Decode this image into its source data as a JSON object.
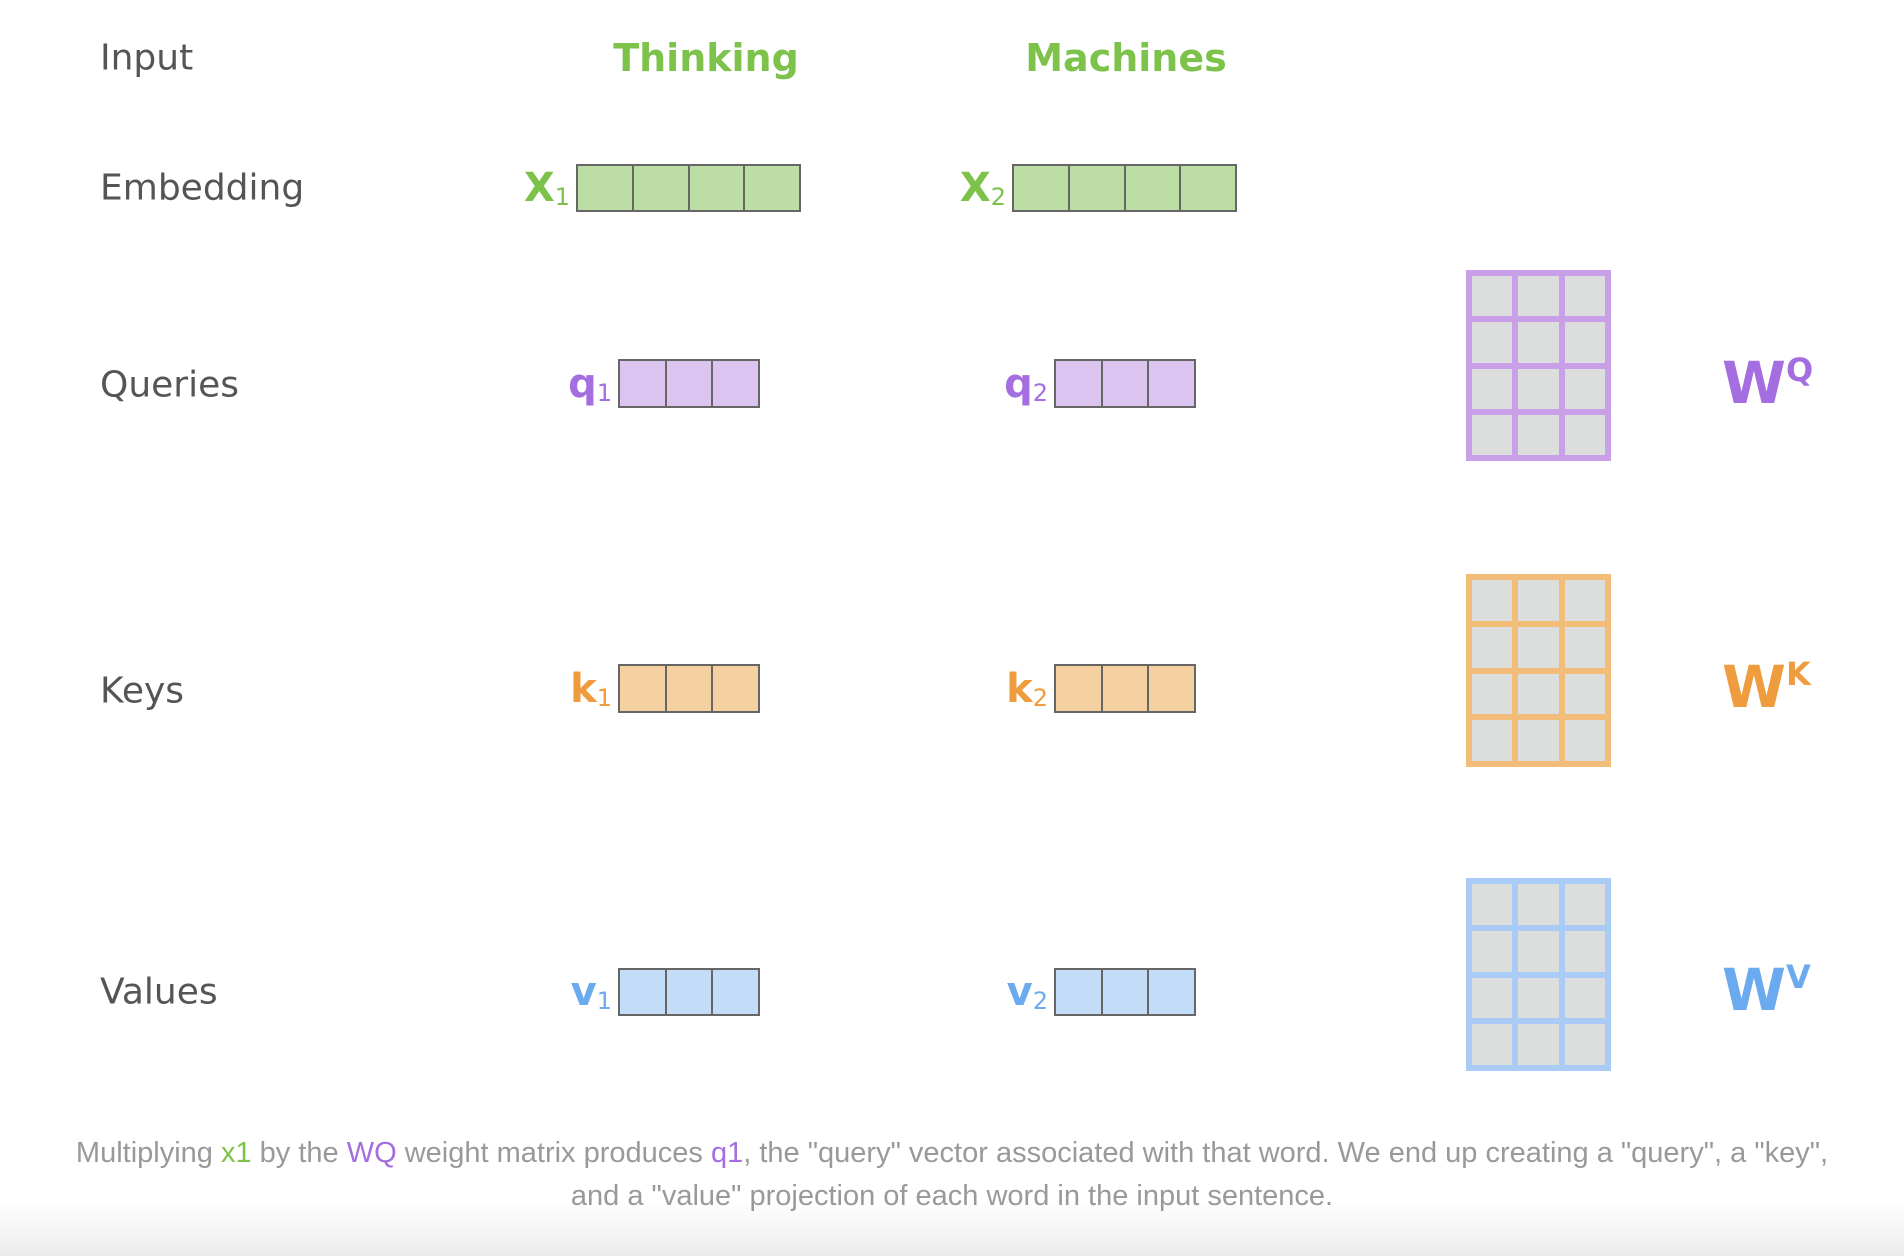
{
  "row_labels": {
    "input": "Input",
    "embedding": "Embedding",
    "queries": "Queries",
    "keys": "Keys",
    "values": "Values"
  },
  "words": [
    "Thinking",
    "Machines"
  ],
  "vectors": {
    "embedding": [
      {
        "name": "X",
        "sub": "1"
      },
      {
        "name": "X",
        "sub": "2"
      }
    ],
    "queries": [
      {
        "name": "q",
        "sub": "1"
      },
      {
        "name": "q",
        "sub": "2"
      }
    ],
    "keys": [
      {
        "name": "k",
        "sub": "1"
      },
      {
        "name": "k",
        "sub": "2"
      }
    ],
    "values": [
      {
        "name": "v",
        "sub": "1"
      },
      {
        "name": "v",
        "sub": "2"
      }
    ]
  },
  "weights": {
    "queries": {
      "name": "W",
      "sup": "Q"
    },
    "keys": {
      "name": "W",
      "sup": "K"
    },
    "values": {
      "name": "W",
      "sup": "V"
    }
  },
  "colors": {
    "green": "#7dc24a",
    "green_fill": "#bcdea5",
    "purple": "#a46ee0",
    "purple_fill": "#dcc4f0",
    "purple_border": "#c9a0e8",
    "orange": "#ef9c3e",
    "orange_fill": "#f5d1a2",
    "orange_border": "#f2bd78",
    "blue": "#6caaf0",
    "blue_fill": "#c3dcf7",
    "blue_border": "#a9cbf5"
  },
  "caption": {
    "p1": "Multiplying ",
    "x1": "x1",
    "p2": " by the ",
    "wq": "WQ",
    "p3": " weight matrix produces ",
    "q1": "q1",
    "p4": ", the \"query\" vector associated with that word. We end up creating a \"query\", a \"key\",",
    "p5": "and a \"value\" projection of each word in the input sentence."
  }
}
